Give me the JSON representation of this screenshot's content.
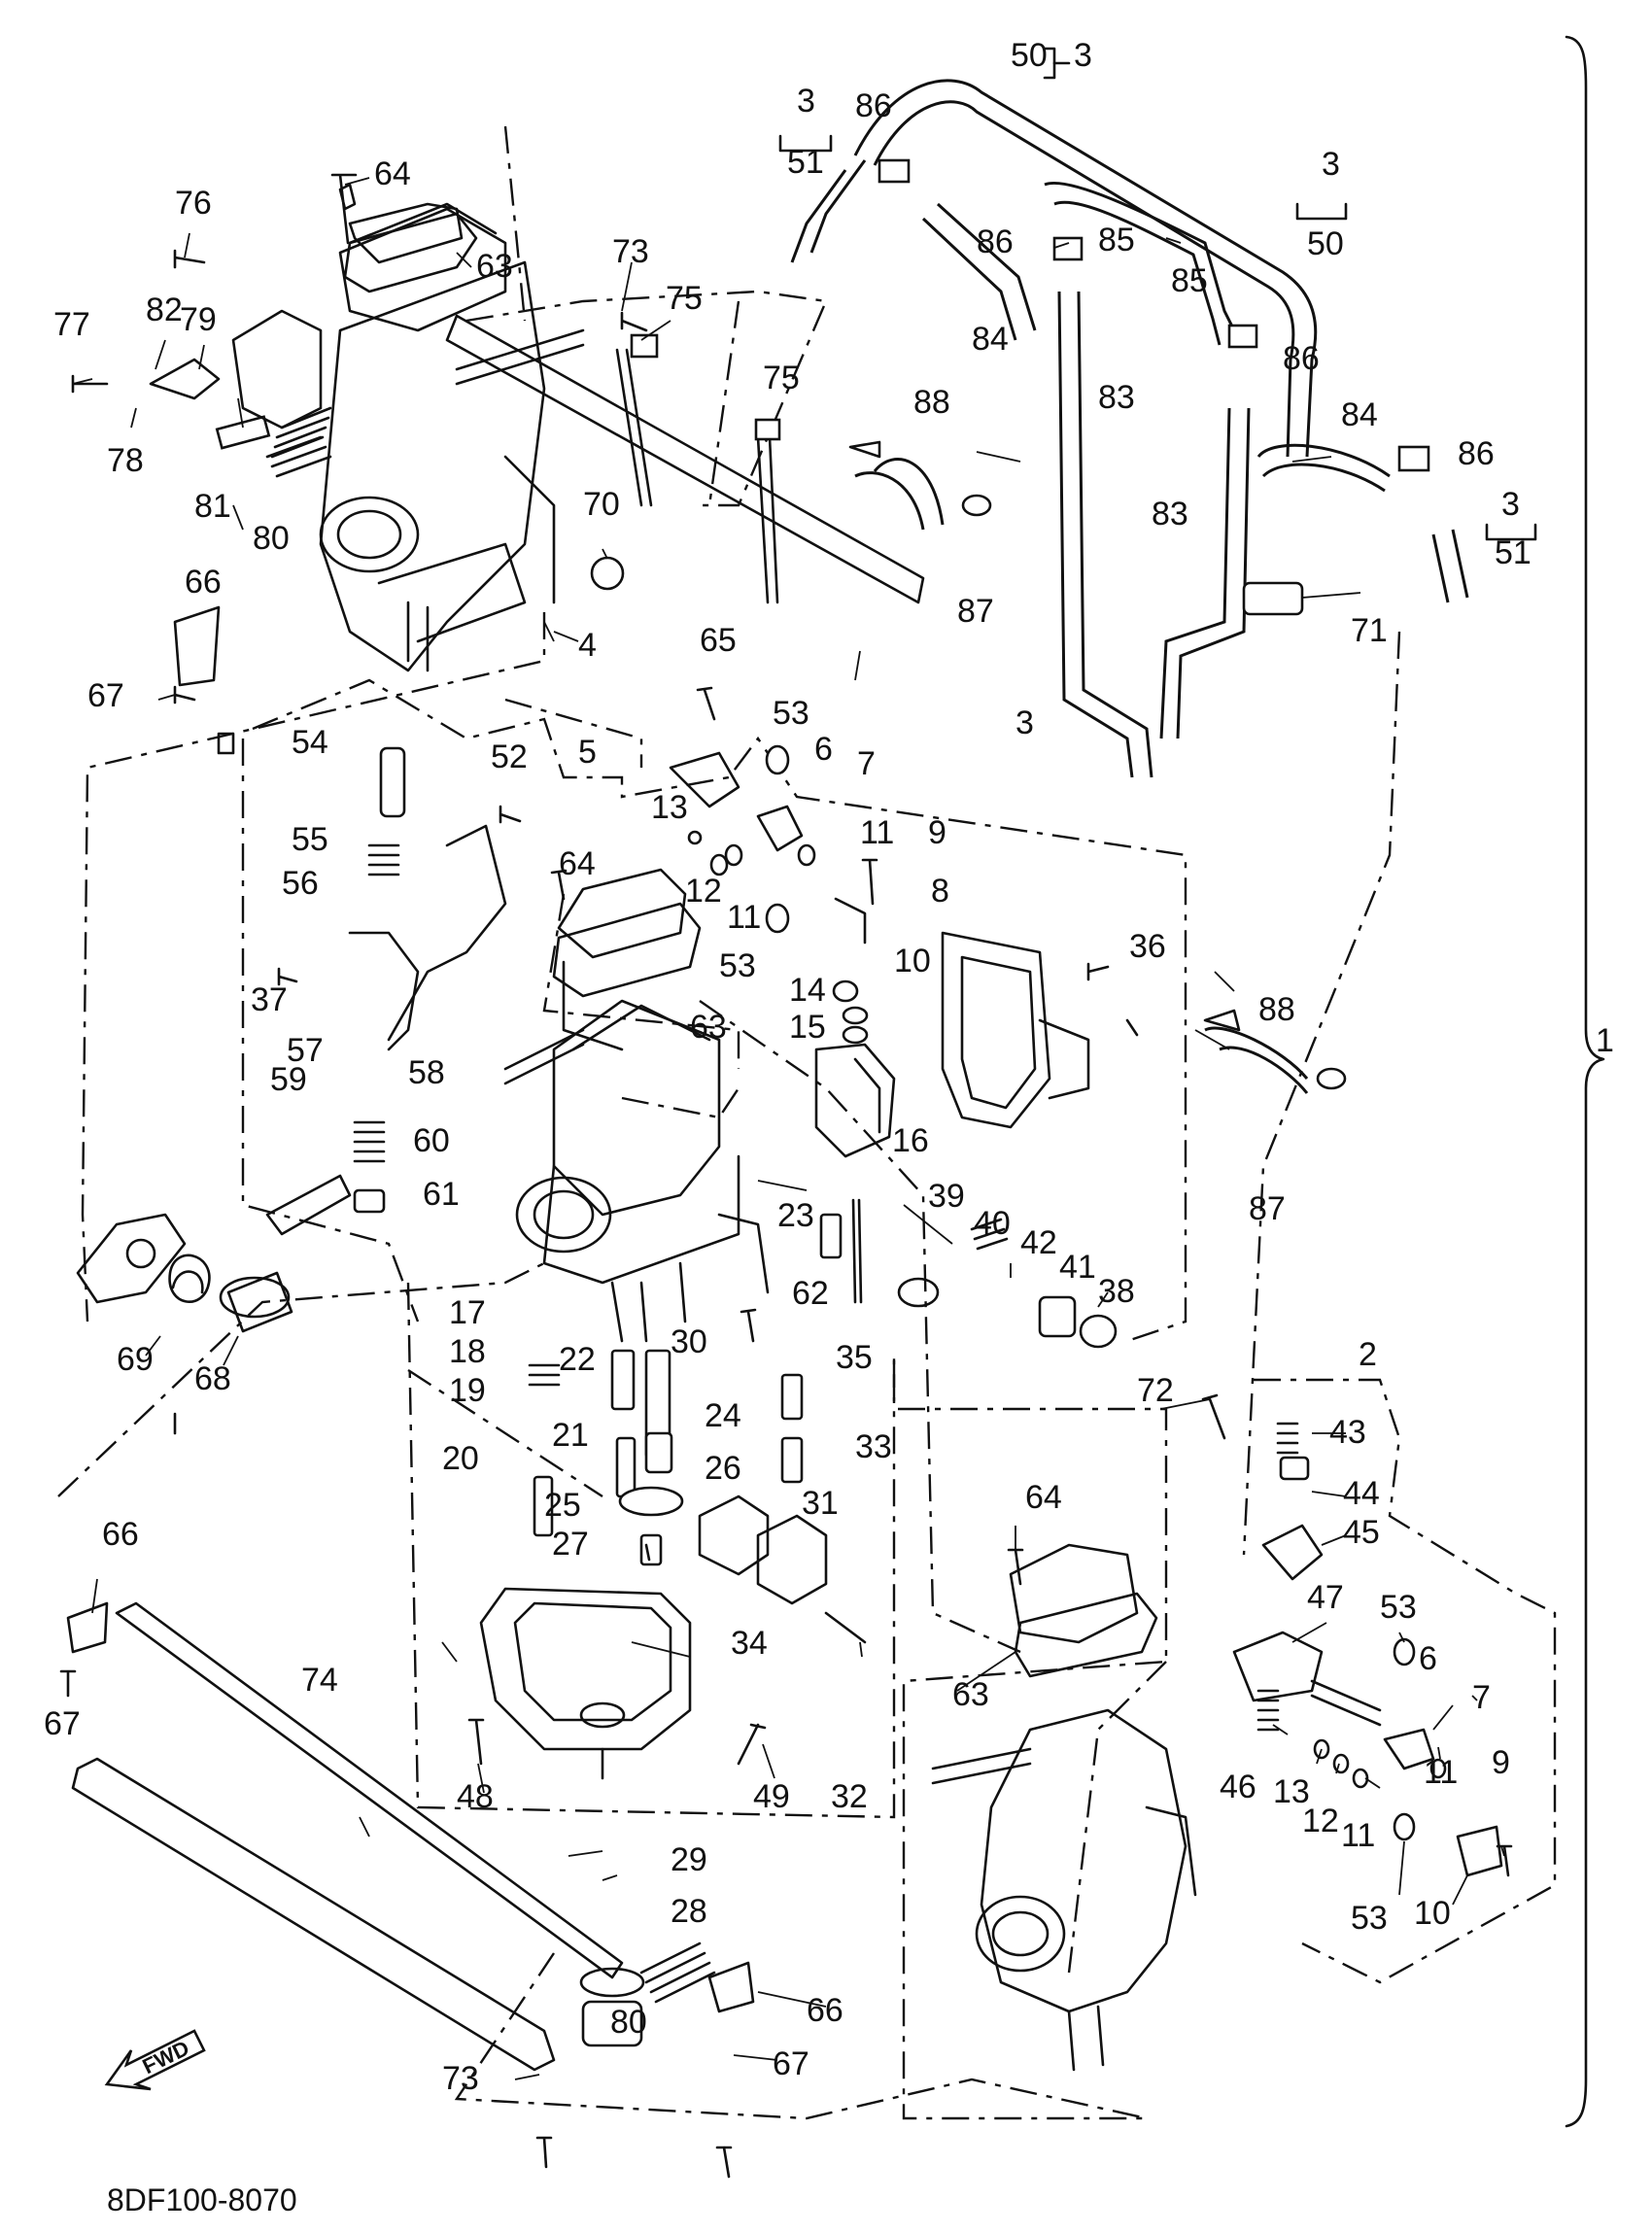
{
  "diagram": {
    "reference_code": "8DF100-8070",
    "fwd_label": "FWD",
    "assembly_label": "1",
    "callouts": [
      {
        "id": "c1",
        "text": "3"
      },
      {
        "id": "c2",
        "text": "50"
      },
      {
        "id": "c3",
        "text": "3"
      },
      {
        "id": "c4",
        "text": "86"
      },
      {
        "id": "c5",
        "text": "51"
      },
      {
        "id": "c6",
        "text": "64"
      },
      {
        "id": "c7",
        "text": "63"
      },
      {
        "id": "c8",
        "text": "73"
      },
      {
        "id": "c9",
        "text": "75"
      },
      {
        "id": "c10",
        "text": "76"
      },
      {
        "id": "c11",
        "text": "77"
      },
      {
        "id": "c12",
        "text": "82"
      },
      {
        "id": "c13",
        "text": "79"
      },
      {
        "id": "c14",
        "text": "78"
      },
      {
        "id": "c15",
        "text": "81"
      },
      {
        "id": "c16",
        "text": "80"
      },
      {
        "id": "c17",
        "text": "86"
      },
      {
        "id": "c18",
        "text": "85"
      },
      {
        "id": "c19",
        "text": "85"
      },
      {
        "id": "c20",
        "text": "3"
      },
      {
        "id": "c21",
        "text": "50"
      },
      {
        "id": "c22",
        "text": "84"
      },
      {
        "id": "c23",
        "text": "86"
      },
      {
        "id": "c24",
        "text": "83"
      },
      {
        "id": "c25",
        "text": "75"
      },
      {
        "id": "c26",
        "text": "88"
      },
      {
        "id": "c27",
        "text": "84"
      },
      {
        "id": "c28",
        "text": "86"
      },
      {
        "id": "c29",
        "text": "3"
      },
      {
        "id": "c30",
        "text": "51"
      },
      {
        "id": "c31",
        "text": "83"
      },
      {
        "id": "c32",
        "text": "70"
      },
      {
        "id": "c33",
        "text": "87"
      },
      {
        "id": "c34",
        "text": "71"
      },
      {
        "id": "c35",
        "text": "66"
      },
      {
        "id": "c36",
        "text": "4"
      },
      {
        "id": "c37",
        "text": "67"
      },
      {
        "id": "c38",
        "text": "65"
      },
      {
        "id": "c39",
        "text": "53"
      },
      {
        "id": "c40",
        "text": "3"
      },
      {
        "id": "c41",
        "text": "54"
      },
      {
        "id": "c42",
        "text": "52"
      },
      {
        "id": "c43",
        "text": "5"
      },
      {
        "id": "c44",
        "text": "6"
      },
      {
        "id": "c45",
        "text": "7"
      },
      {
        "id": "c46",
        "text": "13"
      },
      {
        "id": "c47",
        "text": "11"
      },
      {
        "id": "c48",
        "text": "9"
      },
      {
        "id": "c49",
        "text": "55"
      },
      {
        "id": "c50",
        "text": "12"
      },
      {
        "id": "c51",
        "text": "11"
      },
      {
        "id": "c52",
        "text": "8"
      },
      {
        "id": "c53",
        "text": "64"
      },
      {
        "id": "c54",
        "text": "56"
      },
      {
        "id": "c55",
        "text": "10"
      },
      {
        "id": "c56",
        "text": "36"
      },
      {
        "id": "c57",
        "text": "53"
      },
      {
        "id": "c58",
        "text": "37"
      },
      {
        "id": "c59",
        "text": "14"
      },
      {
        "id": "c60",
        "text": "63"
      },
      {
        "id": "c61",
        "text": "15"
      },
      {
        "id": "c62",
        "text": "88"
      },
      {
        "id": "c63",
        "text": "57"
      },
      {
        "id": "c64",
        "text": "58"
      },
      {
        "id": "c65",
        "text": "59"
      },
      {
        "id": "c66",
        "text": "60"
      },
      {
        "id": "c67",
        "text": "16"
      },
      {
        "id": "c68",
        "text": "61"
      },
      {
        "id": "c69",
        "text": "87"
      },
      {
        "id": "c70",
        "text": "23"
      },
      {
        "id": "c71",
        "text": "39"
      },
      {
        "id": "c72",
        "text": "40"
      },
      {
        "id": "c73",
        "text": "42"
      },
      {
        "id": "c74",
        "text": "41"
      },
      {
        "id": "c75",
        "text": "38"
      },
      {
        "id": "c76",
        "text": "69"
      },
      {
        "id": "c77",
        "text": "68"
      },
      {
        "id": "c78",
        "text": "17"
      },
      {
        "id": "c79",
        "text": "62"
      },
      {
        "id": "c80",
        "text": "18"
      },
      {
        "id": "c81",
        "text": "22"
      },
      {
        "id": "c82",
        "text": "30"
      },
      {
        "id": "c83",
        "text": "35"
      },
      {
        "id": "c84",
        "text": "19"
      },
      {
        "id": "c85",
        "text": "24"
      },
      {
        "id": "c86",
        "text": "72"
      },
      {
        "id": "c87",
        "text": "2"
      },
      {
        "id": "c88",
        "text": "43"
      },
      {
        "id": "c89",
        "text": "20"
      },
      {
        "id": "c90",
        "text": "21"
      },
      {
        "id": "c91",
        "text": "26"
      },
      {
        "id": "c92",
        "text": "33"
      },
      {
        "id": "c93",
        "text": "25"
      },
      {
        "id": "c94",
        "text": "31"
      },
      {
        "id": "c95",
        "text": "44"
      },
      {
        "id": "c96",
        "text": "45"
      },
      {
        "id": "c97",
        "text": "66"
      },
      {
        "id": "c98",
        "text": "27"
      },
      {
        "id": "c99",
        "text": "64"
      },
      {
        "id": "c100",
        "text": "47"
      },
      {
        "id": "c101",
        "text": "53"
      },
      {
        "id": "c102",
        "text": "6"
      },
      {
        "id": "c103",
        "text": "34"
      },
      {
        "id": "c104",
        "text": "7"
      },
      {
        "id": "c105",
        "text": "74"
      },
      {
        "id": "c106",
        "text": "67"
      },
      {
        "id": "c107",
        "text": "63"
      },
      {
        "id": "c108",
        "text": "32"
      },
      {
        "id": "c109",
        "text": "48"
      },
      {
        "id": "c110",
        "text": "49"
      },
      {
        "id": "c111",
        "text": "46"
      },
      {
        "id": "c112",
        "text": "13"
      },
      {
        "id": "c113",
        "text": "12"
      },
      {
        "id": "c114",
        "text": "11"
      },
      {
        "id": "c115",
        "text": "11"
      },
      {
        "id": "c116",
        "text": "9"
      },
      {
        "id": "c117",
        "text": "29"
      },
      {
        "id": "c118",
        "text": "28"
      },
      {
        "id": "c119",
        "text": "53"
      },
      {
        "id": "c120",
        "text": "10"
      },
      {
        "id": "c121",
        "text": "80"
      },
      {
        "id": "c122",
        "text": "66"
      },
      {
        "id": "c123",
        "text": "67"
      },
      {
        "id": "c124",
        "text": "73"
      }
    ]
  }
}
